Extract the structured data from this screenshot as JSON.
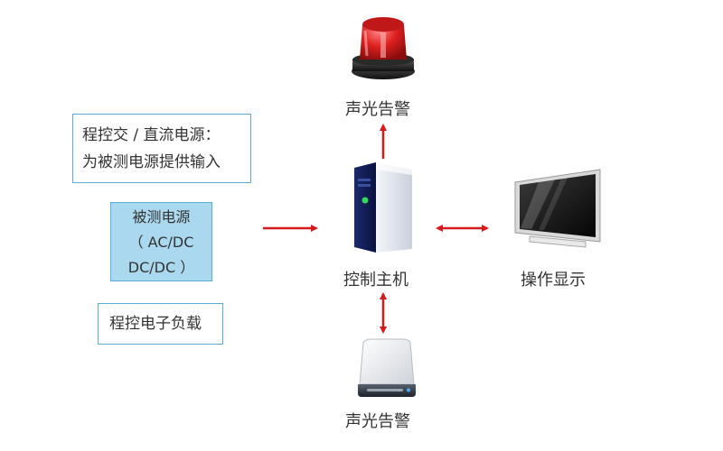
{
  "left_panel": {
    "supply_box": {
      "line1": "程控交 / 直流电源：",
      "line2": "为被测电源提供输入"
    },
    "dut_box": {
      "line1": "被测电源",
      "line2": "（ AC/DC",
      "line3": "DC/DC ）"
    },
    "load_box": {
      "label": "程控电子负载"
    }
  },
  "nodes": {
    "alarm": {
      "label": "声光告警",
      "icon": "alarm-light-icon"
    },
    "host": {
      "label": "控制主机",
      "icon": "computer-tower-icon"
    },
    "display": {
      "label": "操作显示",
      "icon": "monitor-icon"
    },
    "storage": {
      "label": "声光告警",
      "icon": "hard-drive-icon"
    }
  },
  "colors": {
    "arrow": "#d7191c",
    "box_border": "#5aaed3",
    "dut_fill": "#a9d8ef",
    "alarm_red": "#e02020"
  }
}
